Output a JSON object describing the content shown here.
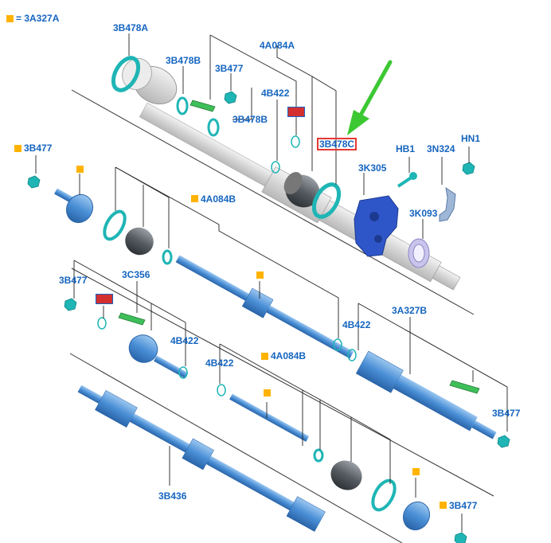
{
  "legend": {
    "text": "= 3A327A"
  },
  "colors": {
    "part_blue": "#5b9bd5",
    "part_blue_dark": "#2f6fb3",
    "ring_teal": "#1fb5b5",
    "boot_gray": "#555b61",
    "marker_orange": "#ffb300",
    "highlight_red": "#e53935",
    "arrow_green": "#3cc832",
    "label_blue": "#1565c0"
  },
  "labels": {
    "l_3b478a": "3B478A",
    "l_3b478b_1": "3B478B",
    "l_3b477_top": "3B477",
    "l_4a084a": "4A084A",
    "l_4b422_top": "4B422",
    "l_3b478b_2": "3B478B",
    "l_3b478c": "3B478C",
    "l_hb1": "HB1",
    "l_3n324": "3N324",
    "l_hn1": "HN1",
    "l_3k305": "3K305",
    "l_3k093": "3K093",
    "l_3b477_left": "3B477",
    "l_4a084b_1": "4A084B",
    "l_3b477_mid": "3B477",
    "l_3c356": "3C356",
    "l_4b422_mid": "4B422",
    "l_4b422_r": "4B422",
    "l_3a327b": "3A327B",
    "l_4b422_low": "4B422",
    "l_4a084b_2": "4A084B",
    "l_3b477_right": "3B477",
    "l_3b436": "3B436",
    "l_3b477_bottom": "3B477"
  }
}
